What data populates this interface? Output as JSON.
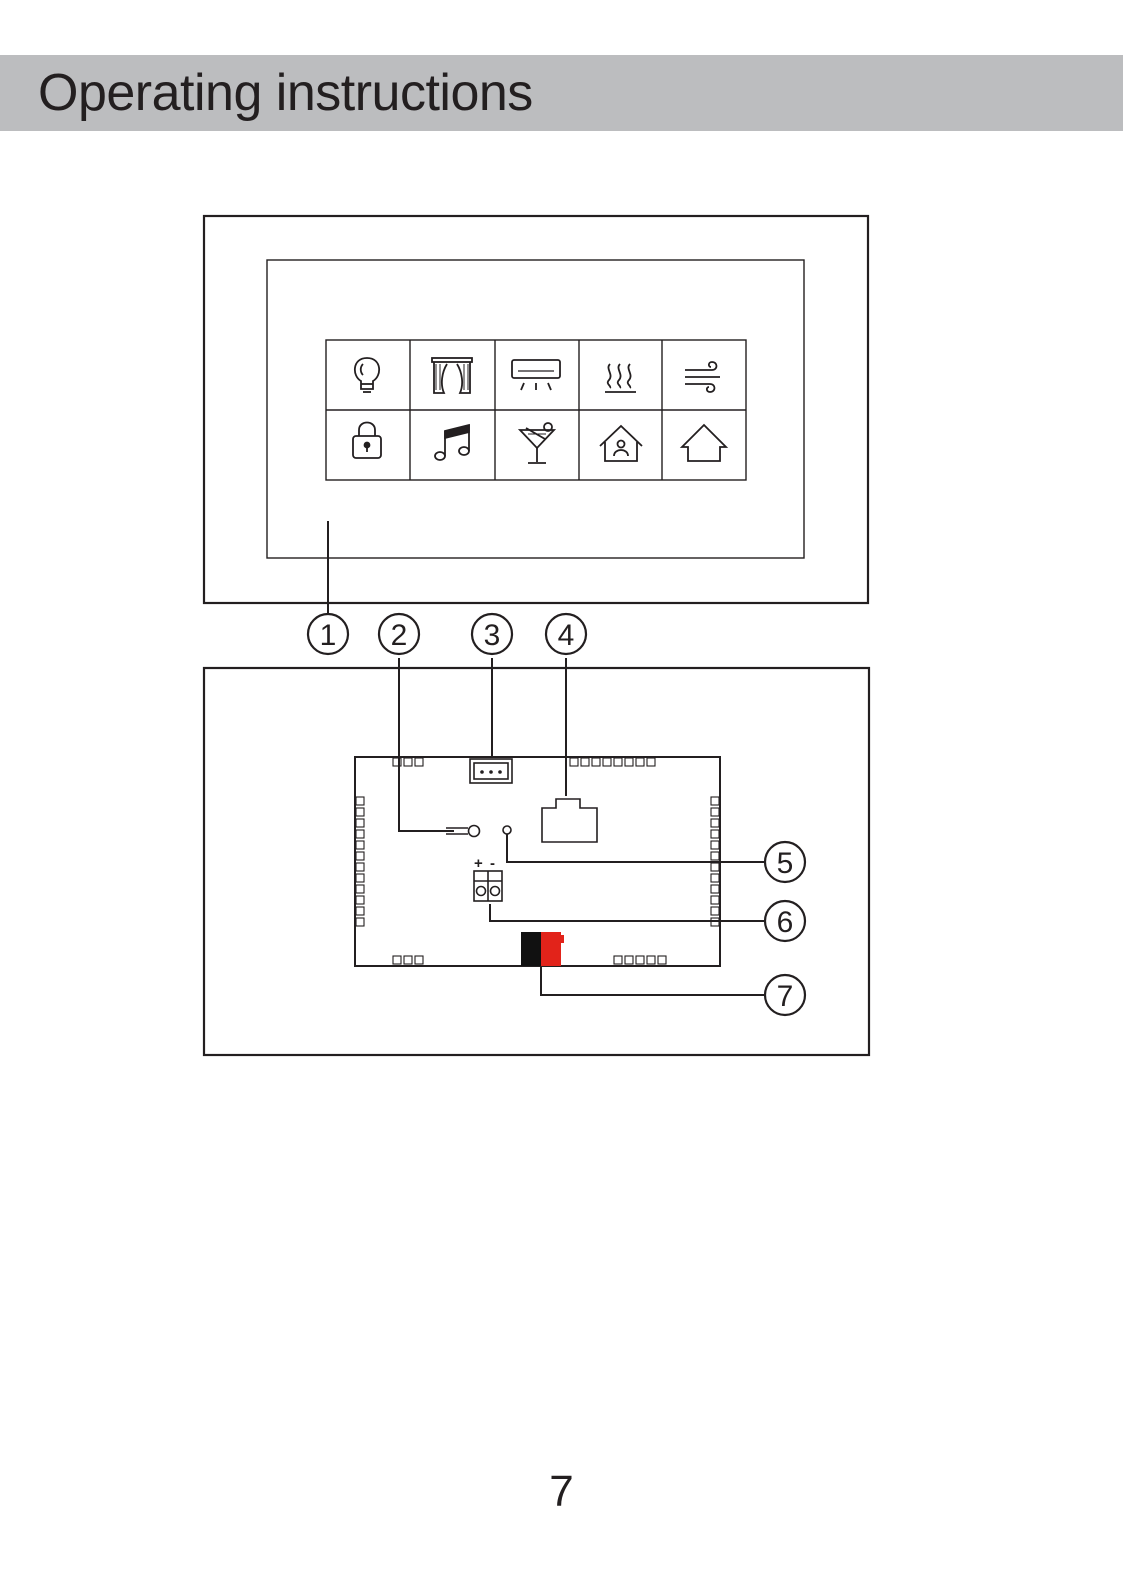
{
  "header": {
    "title": "Operating instructions"
  },
  "panel": {
    "icons": [
      {
        "name": "light-bulb-icon"
      },
      {
        "name": "curtain-icon"
      },
      {
        "name": "air-conditioner-icon"
      },
      {
        "name": "floor-heating-icon"
      },
      {
        "name": "fresh-air-icon"
      },
      {
        "name": "lock-icon"
      },
      {
        "name": "music-note-icon"
      },
      {
        "name": "cocktail-glass-icon"
      },
      {
        "name": "home-person-icon"
      },
      {
        "name": "home-icon"
      }
    ]
  },
  "callouts": {
    "c1": "1",
    "c2": "2",
    "c3": "3",
    "c4": "4",
    "c5": "5",
    "c6": "6",
    "c7": "7"
  },
  "board": {
    "terminal_plus": "+",
    "terminal_minus": "-"
  },
  "colors": {
    "connector_black": "#111111",
    "connector_red": "#e2231a",
    "header_gray": "#bcbdbf",
    "line": "#231f20"
  },
  "footer": {
    "page_number": "7"
  }
}
